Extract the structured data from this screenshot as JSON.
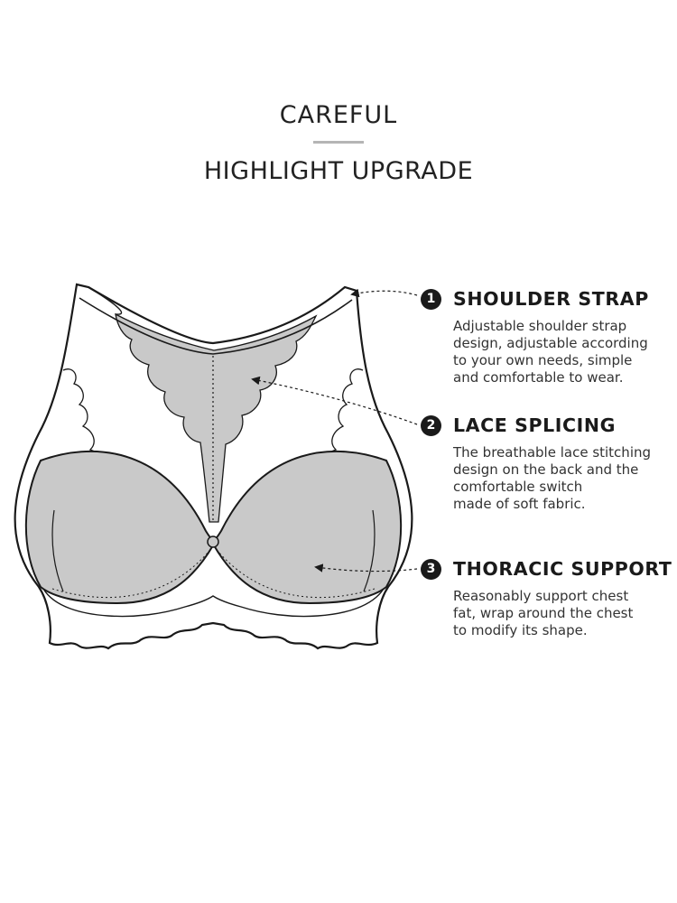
{
  "header": {
    "title_top": "CAREFUL",
    "title_bottom": "HIGHLIGHT UPGRADE"
  },
  "features": [
    {
      "number": "1",
      "title": "SHOULDER STRAP",
      "description": [
        "Adjustable shoulder strap",
        "design, adjustable according",
        "to your own needs, simple",
        "and comfortable to wear."
      ]
    },
    {
      "number": "2",
      "title": "LACE SPLICING",
      "description": [
        "The breathable lace stitching",
        "design on the back and the",
        "comfortable switch",
        "made of soft fabric."
      ]
    },
    {
      "number": "3",
      "title": "THORACIC SUPPORT",
      "description": [
        "Reasonably support chest",
        "fat, wrap around the chest",
        "to modify its shape."
      ]
    }
  ],
  "colors": {
    "fabric_gray": "#c9c9c9",
    "outline": "#1a1a1a",
    "divider": "#b5b5b5"
  }
}
